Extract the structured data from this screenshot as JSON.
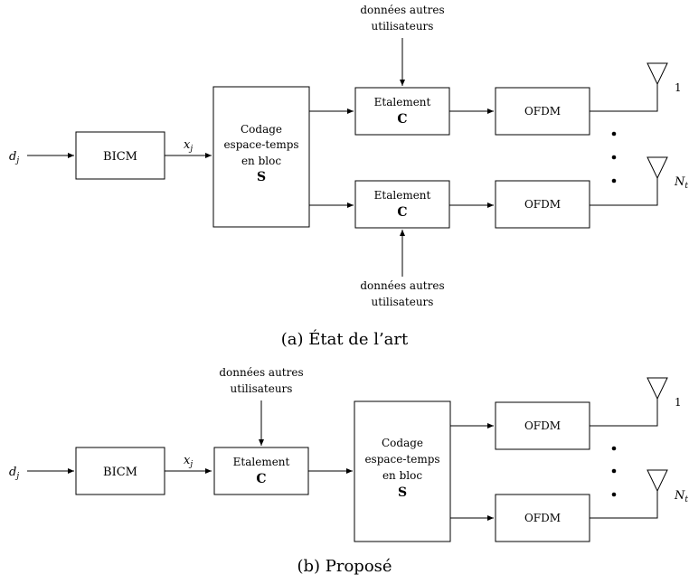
{
  "diagram_a": {
    "input": "d",
    "input_sub": "j",
    "bicm": "BICM",
    "xj": "x",
    "xj_sub": "j",
    "stc_line1": "Codage",
    "stc_line2": "espace-temps",
    "stc_line3": "en bloc",
    "stc_symbol": "S",
    "spread_top_label": "Etalement",
    "spread_top_symbol": "C",
    "spread_bot_label": "Etalement",
    "spread_bot_symbol": "C",
    "ofdm_top": "OFDM",
    "ofdm_bot": "OFDM",
    "users_top_line1": "données autres",
    "users_top_line2": "utilisateurs",
    "users_bot_line1": "données autres",
    "users_bot_line2": "utilisateurs",
    "antenna_1": "1",
    "antenna_n": "N",
    "antenna_n_sub": "t",
    "caption": "(a)  État de l’art"
  },
  "diagram_b": {
    "input": "d",
    "input_sub": "j",
    "bicm": "BICM",
    "xj": "x",
    "xj_sub": "j",
    "spread_label": "Etalement",
    "spread_symbol": "C",
    "users_line1": "données autres",
    "users_line2": "utilisateurs",
    "stc_line1": "Codage",
    "stc_line2": "espace-temps",
    "stc_line3": "en bloc",
    "stc_symbol": "S",
    "ofdm_top": "OFDM",
    "ofdm_bot": "OFDM",
    "antenna_1": "1",
    "antenna_n": "N",
    "antenna_n_sub": "t",
    "caption": "(b)  Proposé"
  }
}
